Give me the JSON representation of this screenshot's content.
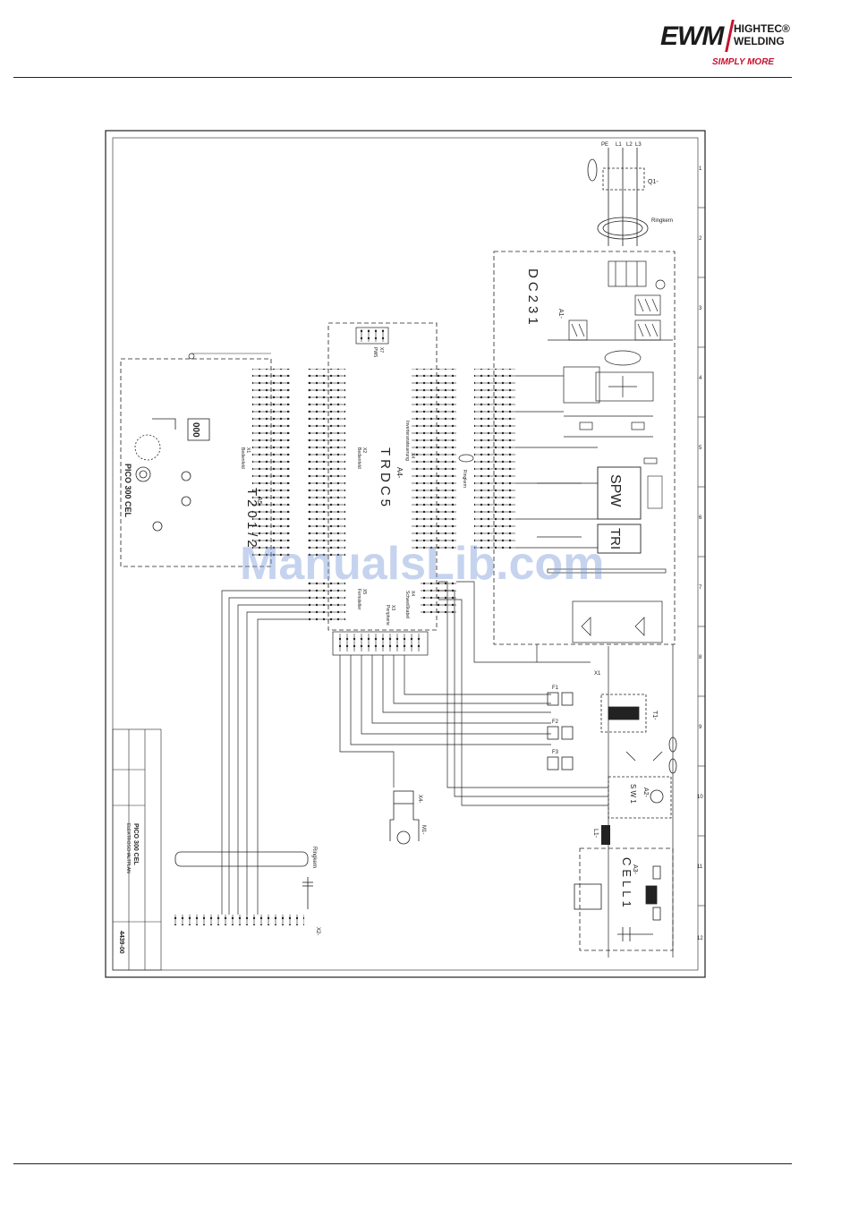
{
  "header": {
    "logo_ewm": "EWM",
    "logo_line1": "HIGHTEC®",
    "logo_line2": "WELDING",
    "logo_tagline": "SIMPLY MORE"
  },
  "watermark": "ManualsLib.com",
  "schematic": {
    "modules": {
      "a1_label": "A1-",
      "a1_name": "DC231",
      "a4_label": "A4-",
      "a4_name": "TRDC5",
      "a5_label": "A5-",
      "a5_name": "T201/2",
      "a3_label": "A3-",
      "a3_name": "CELL1",
      "a2_label": "A2-",
      "sw_label": "S W 1",
      "spw": "SPW",
      "tri": "TRI"
    },
    "panel": {
      "title": "PICO 300 CEL",
      "display": "000"
    },
    "connectors": {
      "x1": "X1",
      "x2": "X2",
      "x3": "X3",
      "x4": "X4",
      "x5": "X5",
      "x7": "X7",
      "x2_ext": "X2-",
      "x4_ext": "X4-",
      "bedienfeld": "Bedienfeld",
      "inverteransteuerung": "Inverteransteuerung",
      "fernsteller": "Fernsteller",
      "peripherie": "Peripherie",
      "schweissbox": "Schweißkabel",
      "pws": "PWS",
      "ringkern": "Ringkern",
      "ringkern_b": "Ringkern"
    },
    "components": {
      "q1": "Q1-",
      "t1": "T1-",
      "l1": "L1-",
      "m1": "M1-",
      "f1": "F1",
      "f2": "F2",
      "f3": "F3",
      "pe": "PE",
      "l1_in": "L1",
      "l2_in": "L2",
      "l3_in": "L3"
    },
    "title_block": {
      "product": "PICO 300 CEL",
      "description": "ELEKTROSCHALTPLAN",
      "drawing_number": "4439-00"
    },
    "column_numbers": [
      "1",
      "2",
      "3",
      "4",
      "5",
      "6",
      "7",
      "8",
      "9",
      "10",
      "11",
      "12"
    ]
  }
}
